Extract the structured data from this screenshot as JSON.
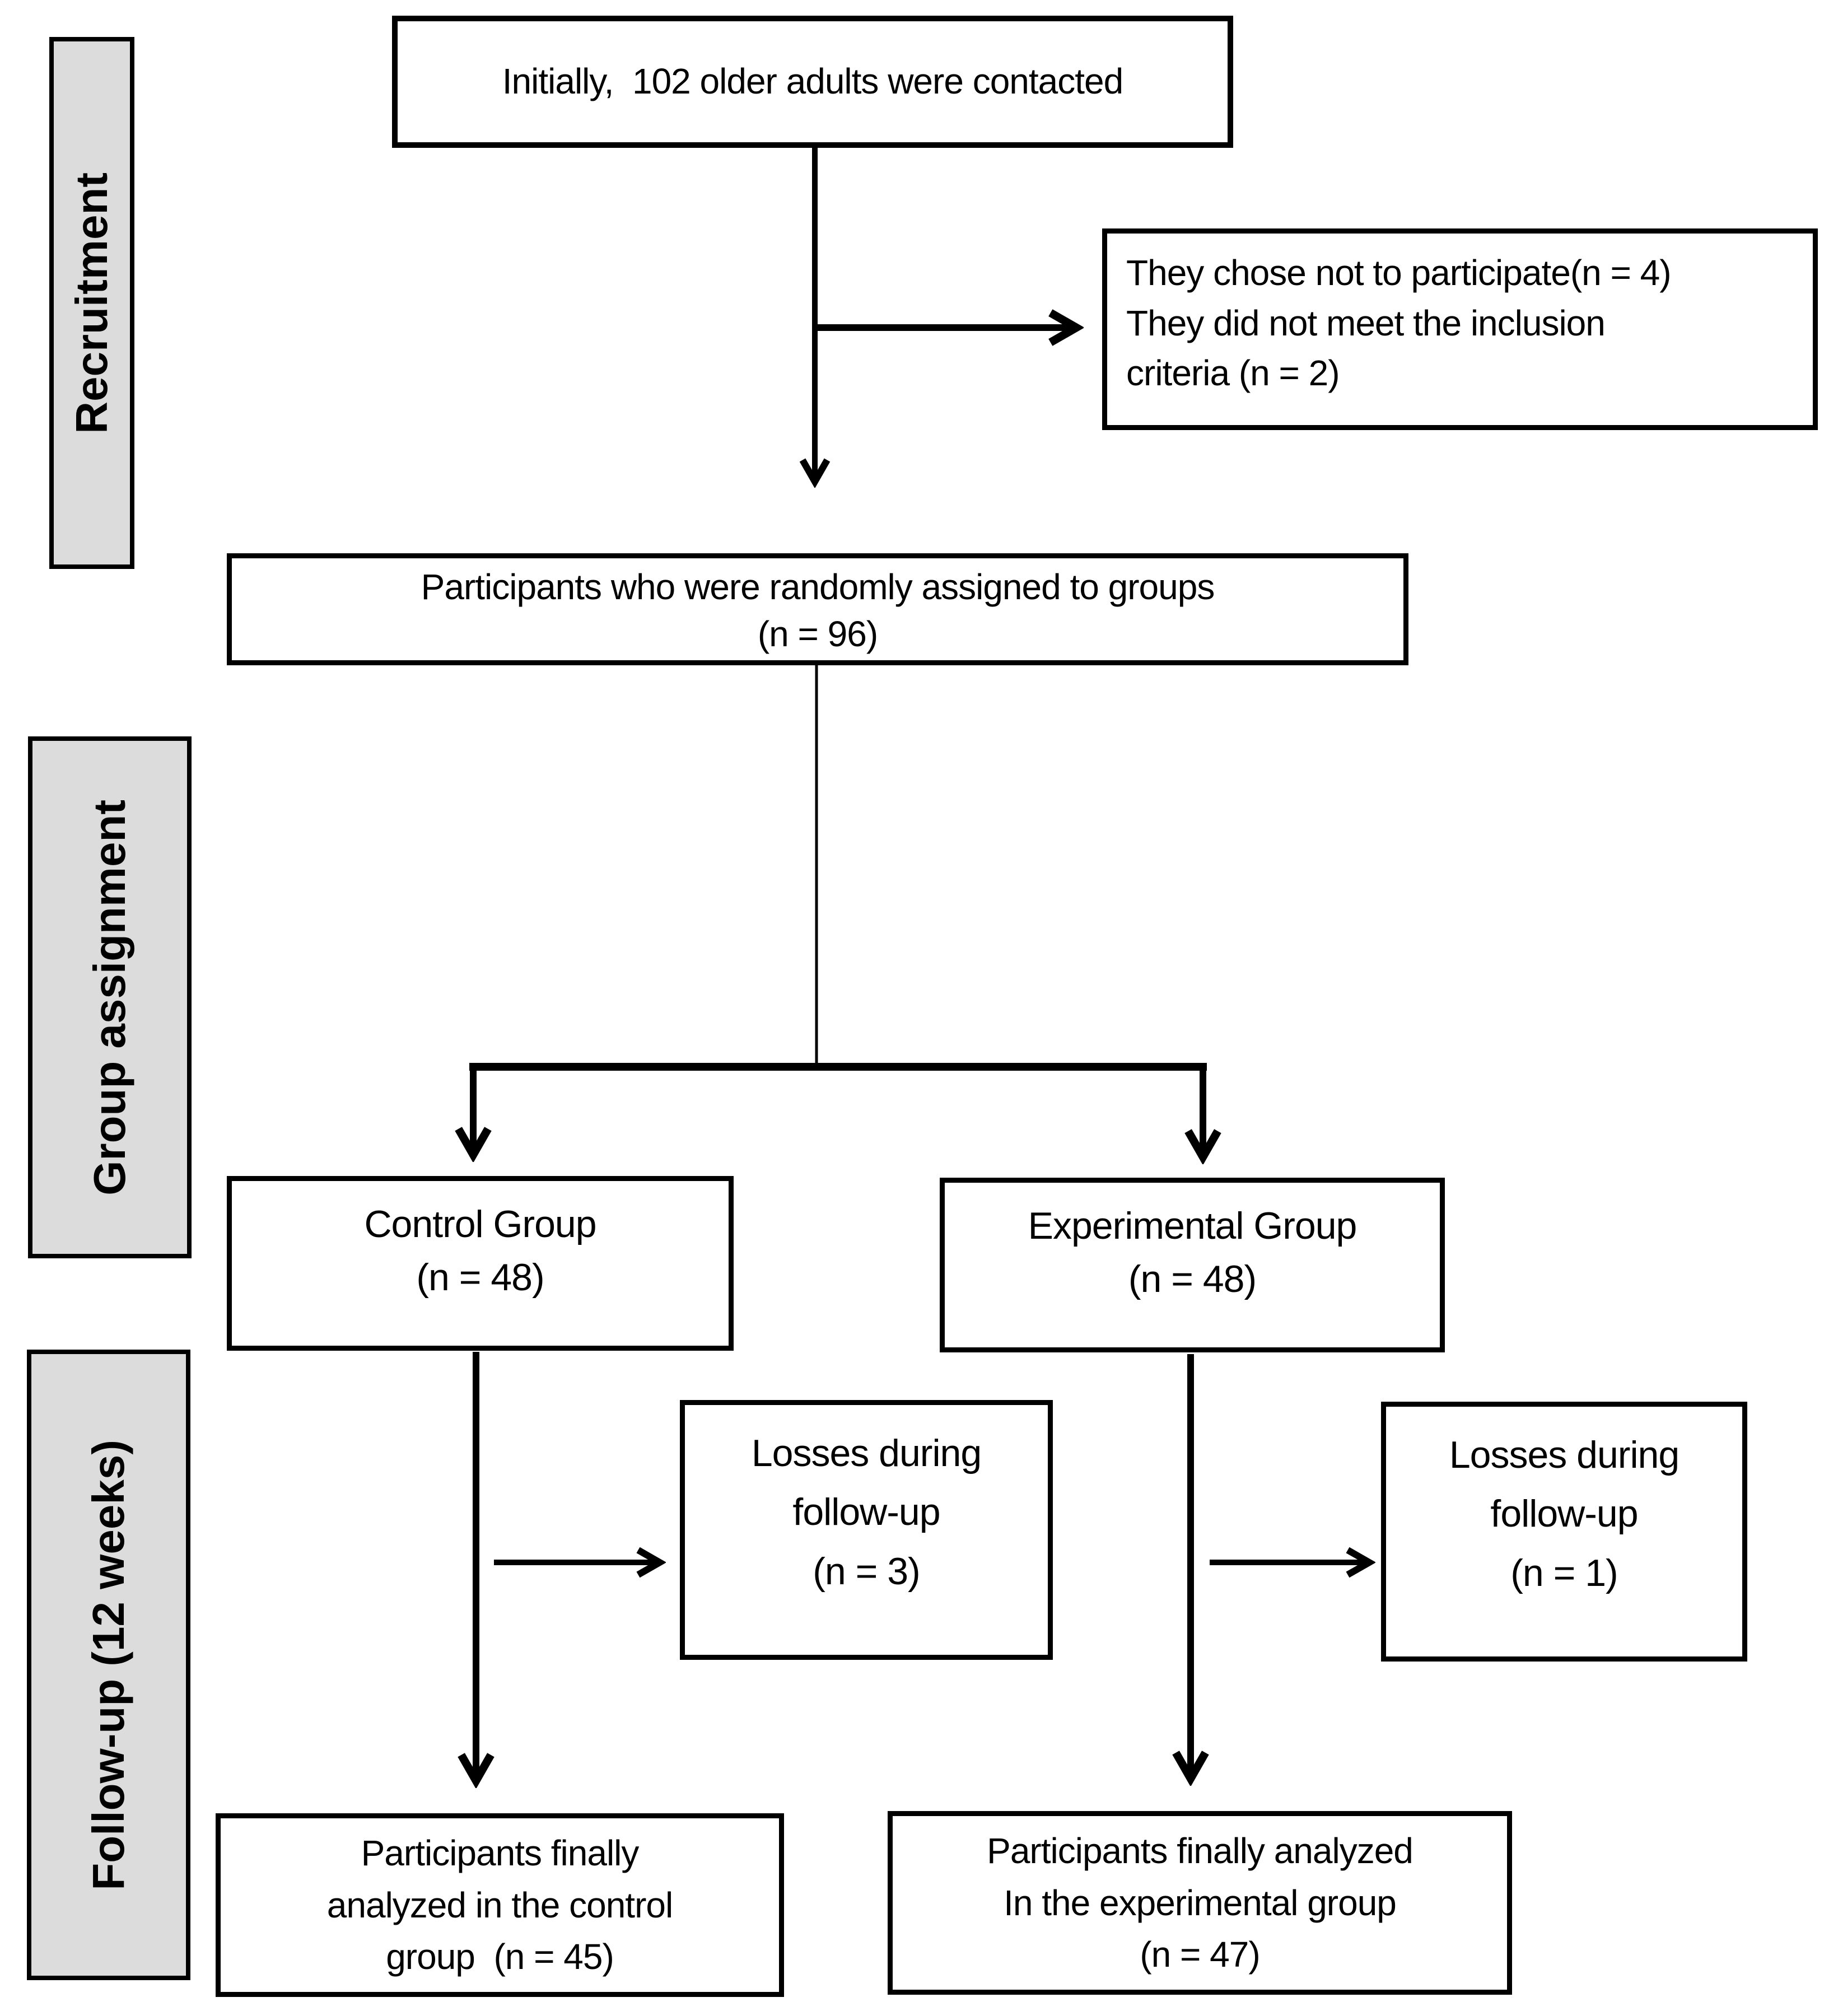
{
  "sidebar": {
    "recruitment": "Recruitment",
    "group_assignment": "Group assignment",
    "follow_up": "Follow-up (12 weeks)"
  },
  "boxes": {
    "contacted": "Initially,  102 older adults were contacted",
    "excluded": "They chose not to participate(n = 4)\nThey did not meet the inclusion\ncriteria (n = 2)",
    "randomized": "Participants who were randomly assigned to groups\n(n = 96)",
    "control_group": "Control Group\n(n = 48)",
    "experimental_group": "Experimental Group\n(n = 48)",
    "losses_control": "Losses during\nfollow-up\n(n = 3)",
    "losses_experimental": "Losses during\nfollow-up\n(n = 1)",
    "analyzed_control": "Participants finally\nanalyzed in the control\ngroup  (n = 45)",
    "analyzed_experimental": "Participants finally analyzed\nIn the experimental group\n(n = 47)"
  },
  "colors": {
    "background": "#ffffff",
    "sidebar_fill": "#dcdcdc",
    "line_color": "#000000"
  }
}
